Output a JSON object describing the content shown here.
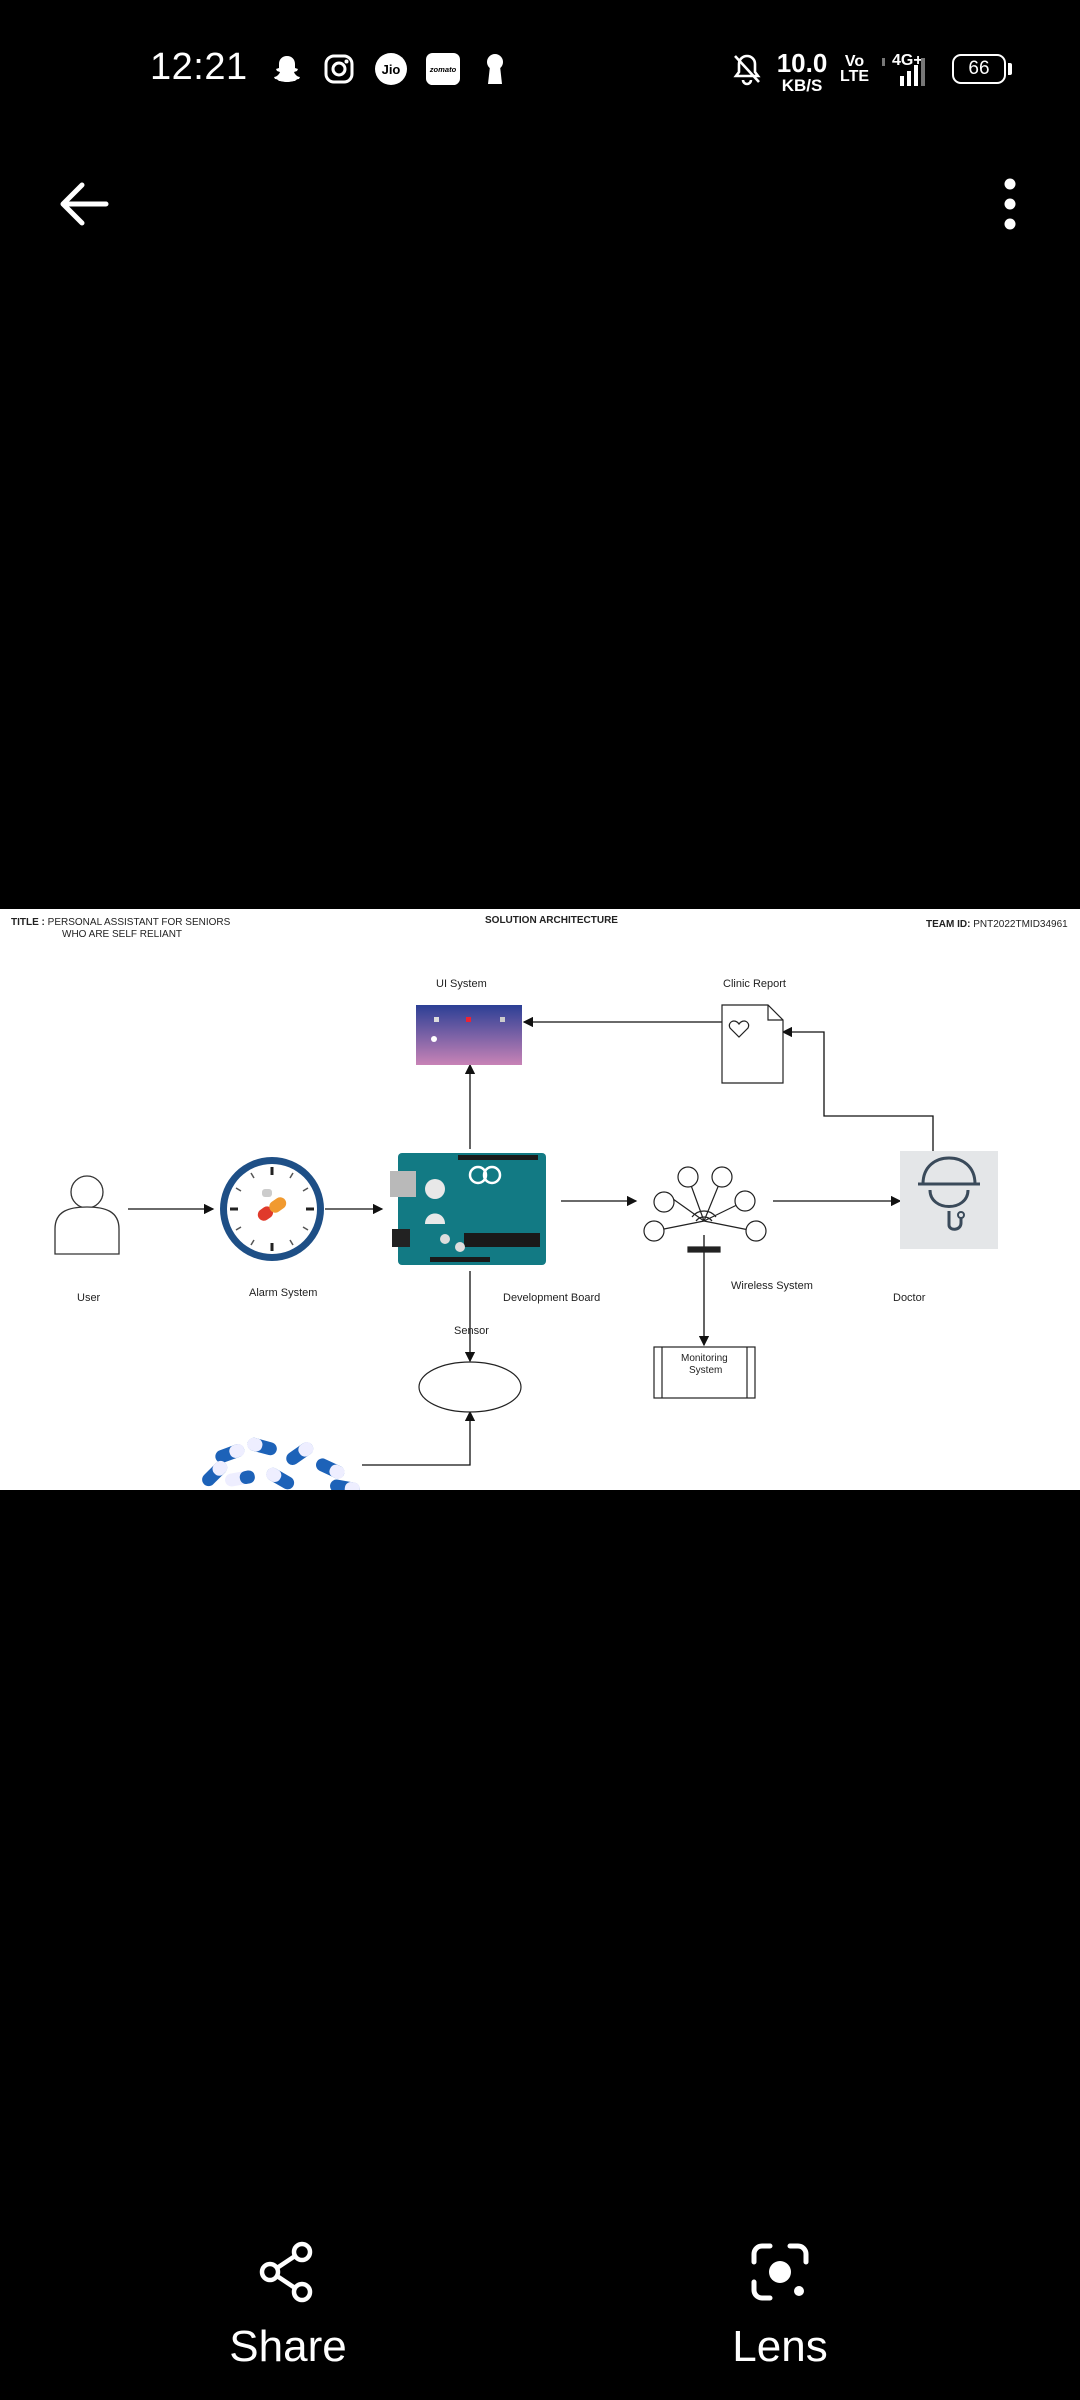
{
  "status_bar": {
    "time": "12:21",
    "net_speed_value": "10.0",
    "net_speed_unit": "KB/S",
    "volte_top": "Vo",
    "volte_bottom": "LTE",
    "network": "4G+",
    "battery": "66",
    "app_icons": [
      "snapchat-icon",
      "instagram-icon",
      "jio-icon",
      "zomato-icon",
      "keyhole-icon"
    ],
    "zomato_text": "zomato",
    "jio_text": "Jio"
  },
  "diagram": {
    "title_prefix": "TITLE :",
    "title_line1": "PERSONAL ASSISTANT FOR SENIORS",
    "title_line2": "WHO ARE SELF RELIANT",
    "heading": "SOLUTION ARCHITECTURE",
    "team_prefix": "TEAM ID:",
    "team_id": "PNT2022TMID34961",
    "labels": {
      "ui_system": "UI System",
      "clinic_report": "Clinic Report",
      "user": "User",
      "alarm_system": "Alarm System",
      "development_board": "Development Board",
      "wireless_system": "Wireless System",
      "doctor": "Doctor",
      "sensor": "Sensor",
      "monitoring_line1": "Monitoring",
      "monitoring_line2": "System"
    }
  },
  "actions": {
    "share": "Share",
    "lens": "Lens"
  }
}
